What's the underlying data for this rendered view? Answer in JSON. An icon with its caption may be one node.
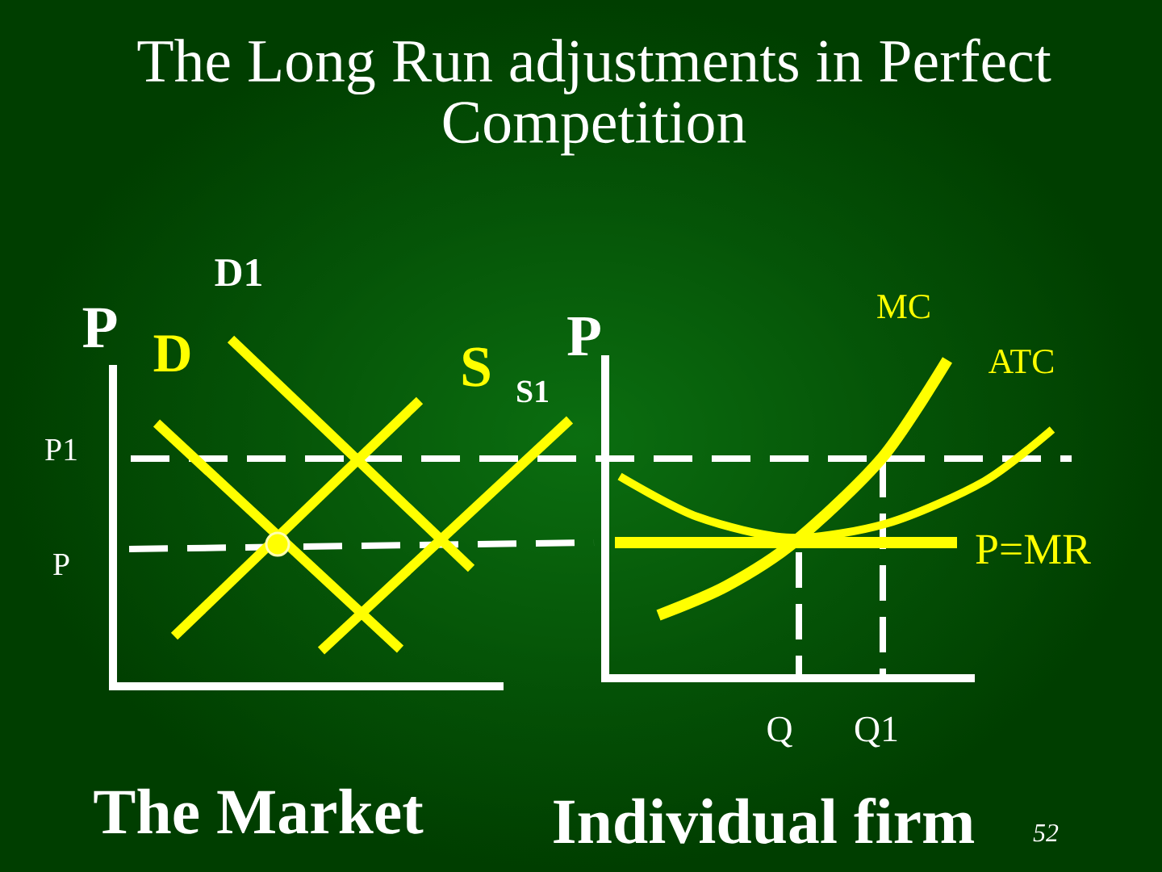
{
  "diagram": {
    "title": "The Long Run adjustments in Perfect Competition",
    "labels": [
      "D1",
      "P",
      "D",
      "S",
      "S1",
      "P",
      "MC",
      "ATC",
      "P1",
      "P",
      "P=MR",
      "Q",
      "Q1",
      "The Market",
      "Individual firm",
      "52"
    ]
  }
}
